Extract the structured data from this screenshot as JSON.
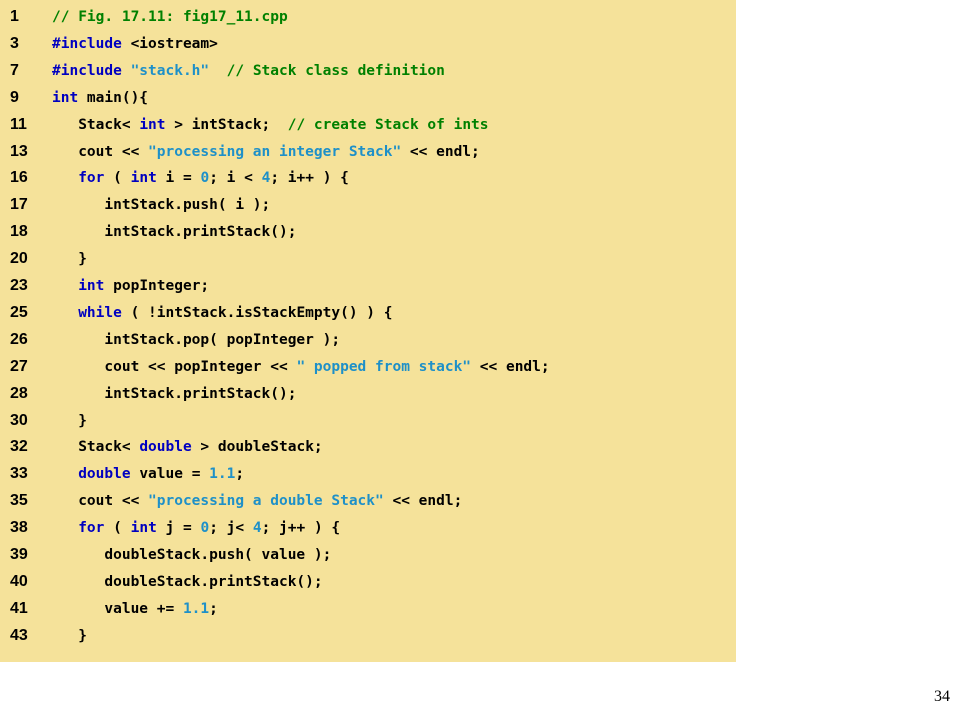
{
  "colors": {
    "panel_background": "#f5e29a",
    "comment": "#008000",
    "keyword": "#0000c0",
    "string": "#1e90c8",
    "number": "#1e90c8",
    "plain": "#000000"
  },
  "code_lines": [
    {
      "number": "1",
      "tokens": [
        {
          "t": "// Fig. 17.11: fig17_11.cpp",
          "k": "comment"
        }
      ]
    },
    {
      "number": "3",
      "tokens": [
        {
          "t": "#include",
          "k": "keyword"
        },
        {
          "t": " <iostream>",
          "k": "plain"
        }
      ]
    },
    {
      "number": "7",
      "tokens": [
        {
          "t": "#include",
          "k": "keyword"
        },
        {
          "t": " ",
          "k": "plain"
        },
        {
          "t": "\"stack.h\"",
          "k": "string"
        },
        {
          "t": "  ",
          "k": "plain"
        },
        {
          "t": "// Stack class definition",
          "k": "comment"
        }
      ]
    },
    {
      "number": "9",
      "tokens": [
        {
          "t": "int",
          "k": "keyword"
        },
        {
          "t": " main(){",
          "k": "plain"
        }
      ]
    },
    {
      "number": "11",
      "tokens": [
        {
          "t": "   Stack< ",
          "k": "plain"
        },
        {
          "t": "int",
          "k": "keyword"
        },
        {
          "t": " > intStack;  ",
          "k": "plain"
        },
        {
          "t": "// create Stack of ints",
          "k": "comment"
        }
      ]
    },
    {
      "number": "13",
      "tokens": [
        {
          "t": "   cout << ",
          "k": "plain"
        },
        {
          "t": "\"processing an integer Stack\"",
          "k": "string"
        },
        {
          "t": " << endl;",
          "k": "plain"
        }
      ]
    },
    {
      "number": "16",
      "tokens": [
        {
          "t": "   ",
          "k": "plain"
        },
        {
          "t": "for",
          "k": "keyword"
        },
        {
          "t": " ( ",
          "k": "plain"
        },
        {
          "t": "int",
          "k": "keyword"
        },
        {
          "t": " i = ",
          "k": "plain"
        },
        {
          "t": "0",
          "k": "number"
        },
        {
          "t": "; i < ",
          "k": "plain"
        },
        {
          "t": "4",
          "k": "number"
        },
        {
          "t": "; i++ ) {",
          "k": "plain"
        }
      ]
    },
    {
      "number": "17",
      "tokens": [
        {
          "t": "      intStack.push( i );",
          "k": "plain"
        }
      ]
    },
    {
      "number": "18",
      "tokens": [
        {
          "t": "      intStack.printStack();",
          "k": "plain"
        }
      ]
    },
    {
      "number": "20",
      "tokens": [
        {
          "t": "   }",
          "k": "plain"
        }
      ]
    },
    {
      "number": "23",
      "tokens": [
        {
          "t": "   ",
          "k": "plain"
        },
        {
          "t": "int",
          "k": "keyword"
        },
        {
          "t": " popInteger;",
          "k": "plain"
        }
      ]
    },
    {
      "number": "25",
      "tokens": [
        {
          "t": "   ",
          "k": "plain"
        },
        {
          "t": "while",
          "k": "keyword"
        },
        {
          "t": " ( !intStack.isStackEmpty() ) {",
          "k": "plain"
        }
      ]
    },
    {
      "number": "26",
      "tokens": [
        {
          "t": "      intStack.pop( popInteger );",
          "k": "plain"
        }
      ]
    },
    {
      "number": "27",
      "tokens": [
        {
          "t": "      cout << popInteger << ",
          "k": "plain"
        },
        {
          "t": "\" popped from stack\"",
          "k": "string"
        },
        {
          "t": " << endl;",
          "k": "plain"
        }
      ]
    },
    {
      "number": "28",
      "tokens": [
        {
          "t": "      intStack.printStack();",
          "k": "plain"
        }
      ]
    },
    {
      "number": "30",
      "tokens": [
        {
          "t": "   }",
          "k": "plain"
        }
      ]
    },
    {
      "number": "32",
      "tokens": [
        {
          "t": "   Stack< ",
          "k": "plain"
        },
        {
          "t": "double",
          "k": "keyword"
        },
        {
          "t": " > doubleStack;",
          "k": "plain"
        }
      ]
    },
    {
      "number": "33",
      "tokens": [
        {
          "t": "   ",
          "k": "plain"
        },
        {
          "t": "double",
          "k": "keyword"
        },
        {
          "t": " value = ",
          "k": "plain"
        },
        {
          "t": "1.1",
          "k": "number"
        },
        {
          "t": ";",
          "k": "plain"
        }
      ]
    },
    {
      "number": "35",
      "tokens": [
        {
          "t": "   cout << ",
          "k": "plain"
        },
        {
          "t": "\"processing a double Stack\"",
          "k": "string"
        },
        {
          "t": " << endl;",
          "k": "plain"
        }
      ]
    },
    {
      "number": "38",
      "tokens": [
        {
          "t": "   ",
          "k": "plain"
        },
        {
          "t": "for",
          "k": "keyword"
        },
        {
          "t": " ( ",
          "k": "plain"
        },
        {
          "t": "int",
          "k": "keyword"
        },
        {
          "t": " j = ",
          "k": "plain"
        },
        {
          "t": "0",
          "k": "number"
        },
        {
          "t": "; j< ",
          "k": "plain"
        },
        {
          "t": "4",
          "k": "number"
        },
        {
          "t": "; j++ ) {",
          "k": "plain"
        }
      ]
    },
    {
      "number": "39",
      "tokens": [
        {
          "t": "      doubleStack.push( value );",
          "k": "plain"
        }
      ]
    },
    {
      "number": "40",
      "tokens": [
        {
          "t": "      doubleStack.printStack();",
          "k": "plain"
        }
      ]
    },
    {
      "number": "41",
      "tokens": [
        {
          "t": "      value += ",
          "k": "plain"
        },
        {
          "t": "1.1",
          "k": "number"
        },
        {
          "t": ";",
          "k": "plain"
        }
      ]
    },
    {
      "number": "43",
      "tokens": [
        {
          "t": "   }",
          "k": "plain"
        }
      ]
    }
  ],
  "slide_number": "34"
}
